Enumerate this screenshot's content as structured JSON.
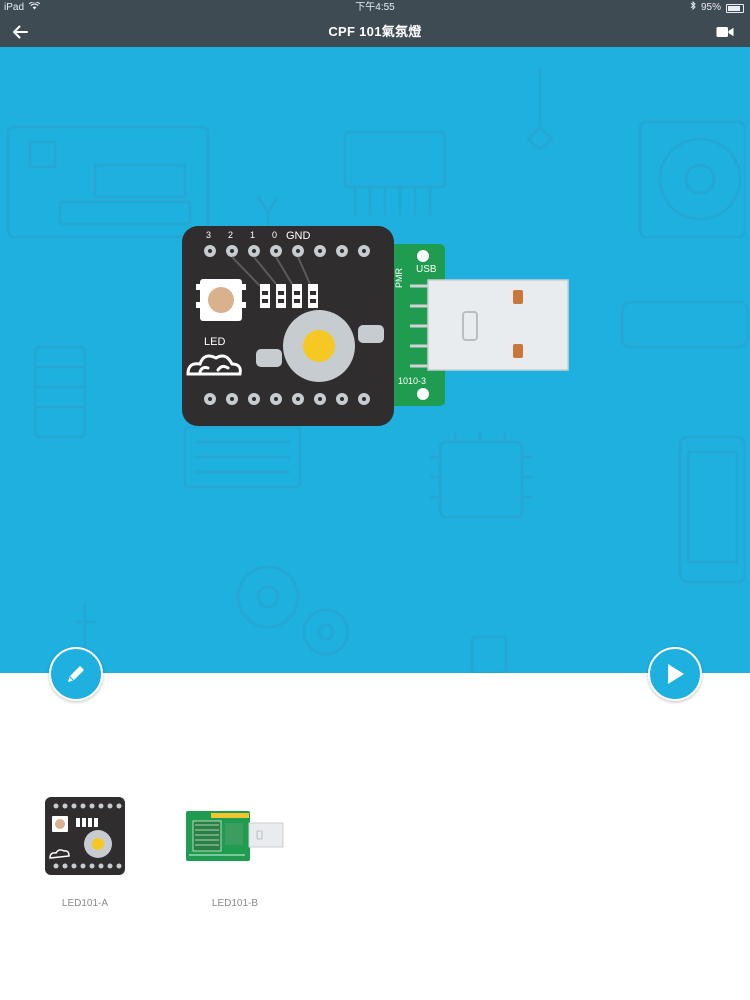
{
  "status_bar": {
    "device": "iPad",
    "time": "下午4:55",
    "battery": "95%"
  },
  "nav": {
    "title": "CPF 101氣氛燈"
  },
  "board": {
    "pin_labels": [
      "3",
      "2",
      "1",
      "0",
      "GND"
    ],
    "led_label": "LED",
    "usb_label": "USB",
    "pmr_label": "PMR",
    "code_label": "1010-3"
  },
  "devices": [
    {
      "label": "LED101-A"
    },
    {
      "label": "LED101-B"
    }
  ],
  "colors": {
    "nav_bg": "#3f4b53",
    "canvas_bg": "#1eb1e0",
    "board_bg": "#2f2d2e",
    "pcb_green": "#1f9c4f",
    "led_yellow": "#f6c823"
  }
}
